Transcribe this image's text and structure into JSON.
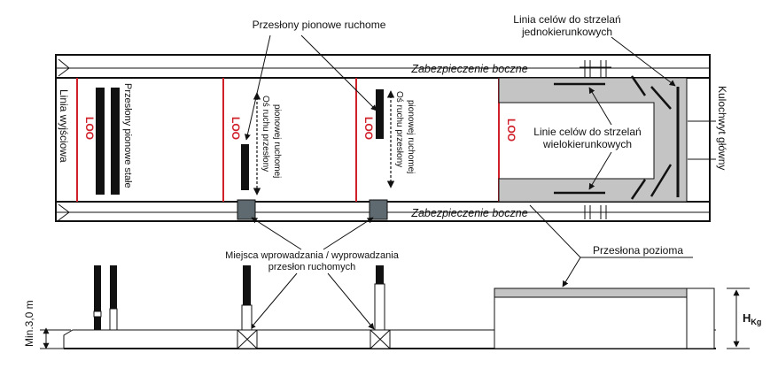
{
  "labels": {
    "movable_vertical_baffles": "Przesłony pionowe ruchome",
    "single_target_line_1": "Linia celów do strzelań",
    "single_target_line_2": "jednokierunkowych",
    "side_protection_top": "Zabezpieczenie boczne",
    "side_protection_bottom": "Zabezpieczenie boczne",
    "firing_line": "Linia wyjściowa",
    "fixed_vertical_baffles": "Przesłony pionowe stałe",
    "loo": "LOO",
    "movement_axis_1": "Oś ruchu przesłony",
    "movement_axis_2": "pionowej ruchomej",
    "multi_target_lines_1": "Linie celów do strzelań",
    "multi_target_lines_2": "wielokierunkowych",
    "main_bullet_trap": "Kulochwyt główny",
    "horizontal_baffle": "Przesłona pozioma",
    "entry_points_1": "Miejsca wprowadzania / wyprowadzania",
    "entry_points_2": "przesłon ruchomych",
    "min_height": "Min.3,0 m",
    "h_main": "H",
    "h_sub": "Kg"
  },
  "colors": {
    "safety_line": "#d0202a",
    "baffle": "#111111",
    "trap_fill": "#c4c4c4",
    "slot_fill": "#5f6a70"
  }
}
